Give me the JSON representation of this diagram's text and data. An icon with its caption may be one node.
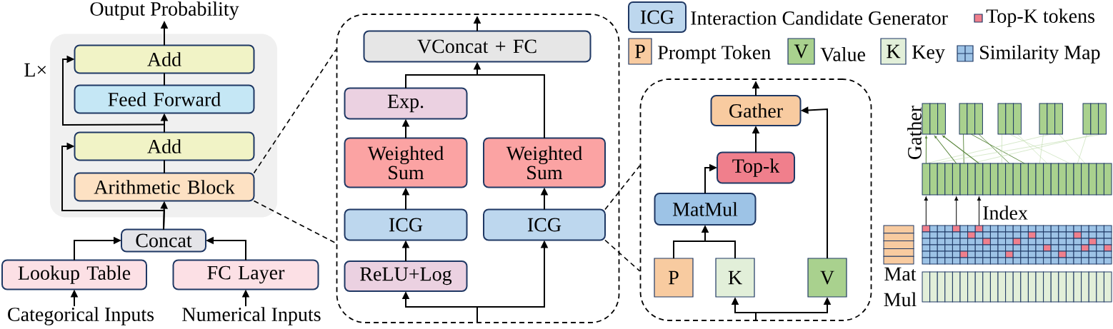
{
  "diagram": {
    "nodes": [
      {
        "text": [
          "Output Probability"
        ]
      },
      {
        "text": [
          "L×"
        ]
      },
      {
        "text": [
          "Add"
        ],
        "in": 1
      },
      {
        "text": [
          "Feed Forward"
        ],
        "in": 1
      },
      {
        "text": [
          "Add"
        ],
        "in": 1
      },
      {
        "text": [
          "Arithmetic Block"
        ],
        "in": 1
      },
      {
        "text": [
          "Concat"
        ]
      },
      {
        "text": [
          "Lookup Table"
        ]
      },
      {
        "text": [
          "FC Layer"
        ]
      },
      {
        "text": [
          "Categorical Inputs"
        ]
      },
      {
        "text": [
          "Numerical Inputs"
        ]
      },
      {
        "text": [],
        "shape": "box"
      },
      {
        "text": [
          "VConcat + FC"
        ],
        "in": 11
      },
      {
        "text": [
          "Exp."
        ],
        "in": 11
      },
      {
        "text": [
          "Weighted Sum"
        ],
        "in": 11
      },
      {
        "text": [
          "Weighted Sum"
        ],
        "in": 11
      },
      {
        "text": [
          "ICG"
        ],
        "in": 11
      },
      {
        "text": [
          "ICG"
        ],
        "in": 11
      },
      {
        "text": [
          "ReLU+Log"
        ],
        "in": 11
      },
      {
        "text": [],
        "shape": "box"
      },
      {
        "text": [
          "Gather"
        ],
        "in": 19
      },
      {
        "text": [
          "Top-k"
        ],
        "in": 19
      },
      {
        "text": [
          "MatMul"
        ],
        "in": 19
      },
      {
        "text": [
          "P"
        ],
        "in": 19
      },
      {
        "text": [
          "K"
        ],
        "in": 19
      },
      {
        "text": [
          "V"
        ],
        "in": 19
      }
    ],
    "edges": [
      {
        "from": 2,
        "to": 0,
        "arrow": "to"
      },
      {
        "from": 3,
        "to": 2,
        "arrow": "none"
      },
      {
        "from": 4,
        "to": 3,
        "arrow": "to"
      },
      {
        "from": 4,
        "to": 2,
        "arrow": "to"
      },
      {
        "from": 5,
        "to": 4,
        "arrow": "none"
      },
      {
        "from": 6,
        "to": 5,
        "arrow": "to"
      },
      {
        "from": 6,
        "to": 4,
        "arrow": "to"
      },
      {
        "from": 7,
        "to": 6,
        "arrow": "to"
      },
      {
        "from": 8,
        "to": 6,
        "arrow": "to"
      },
      {
        "from": 9,
        "to": 7,
        "arrow": "to"
      },
      {
        "from": 10,
        "to": 8,
        "arrow": "to"
      },
      {
        "from": 5,
        "to": 11,
        "arrow": "none",
        "style": "dashed"
      },
      {
        "from": 5,
        "to": 11,
        "arrow": "none",
        "style": "dashed"
      },
      {
        "from": 12,
        "to": null,
        "arrow": "to"
      },
      {
        "from": 13,
        "to": 12,
        "arrow": "to"
      },
      {
        "from": 15,
        "to": 12,
        "arrow": "to"
      },
      {
        "from": 14,
        "to": 13,
        "arrow": "to"
      },
      {
        "from": 16,
        "to": 14,
        "arrow": "to"
      },
      {
        "from": 17,
        "to": 15,
        "arrow": "to"
      },
      {
        "from": 18,
        "to": 16,
        "arrow": "to"
      },
      {
        "from": null,
        "to": 18,
        "arrow": "to"
      },
      {
        "from": null,
        "to": 17,
        "arrow": "to"
      },
      {
        "from": 17,
        "to": 19,
        "arrow": "none",
        "style": "dashed"
      },
      {
        "from": 17,
        "to": 19,
        "arrow": "none",
        "style": "dashed"
      },
      {
        "from": 20,
        "to": null,
        "arrow": "to"
      },
      {
        "from": 21,
        "to": 20,
        "arrow": "to"
      },
      {
        "from": 22,
        "to": 21,
        "arrow": "to"
      },
      {
        "from": 23,
        "to": 22,
        "arrow": "to"
      },
      {
        "from": 24,
        "to": 22,
        "arrow": "to"
      },
      {
        "from": 25,
        "to": 20,
        "arrow": "to"
      },
      {
        "from": null,
        "to": 24,
        "arrow": "to"
      },
      {
        "from": null,
        "to": 25,
        "arrow": "to"
      }
    ],
    "labels": [
      "ICG",
      "P",
      "V",
      "K",
      "Gather",
      "Index",
      "Mat Mul"
    ],
    "legend": [
      {
        "text": "Interaction Candidate Generator",
        "color": "#bdd7ee"
      },
      {
        "text": "Top-K tokens",
        "color": "#f07f8c"
      },
      {
        "text": "Prompt Token",
        "color": "#f8cba0"
      },
      {
        "text": "Value",
        "color": "#a9d18e"
      },
      {
        "text": "Key",
        "color": "#e2efd9"
      },
      {
        "text": "Similarity Map"
      }
    ]
  }
}
